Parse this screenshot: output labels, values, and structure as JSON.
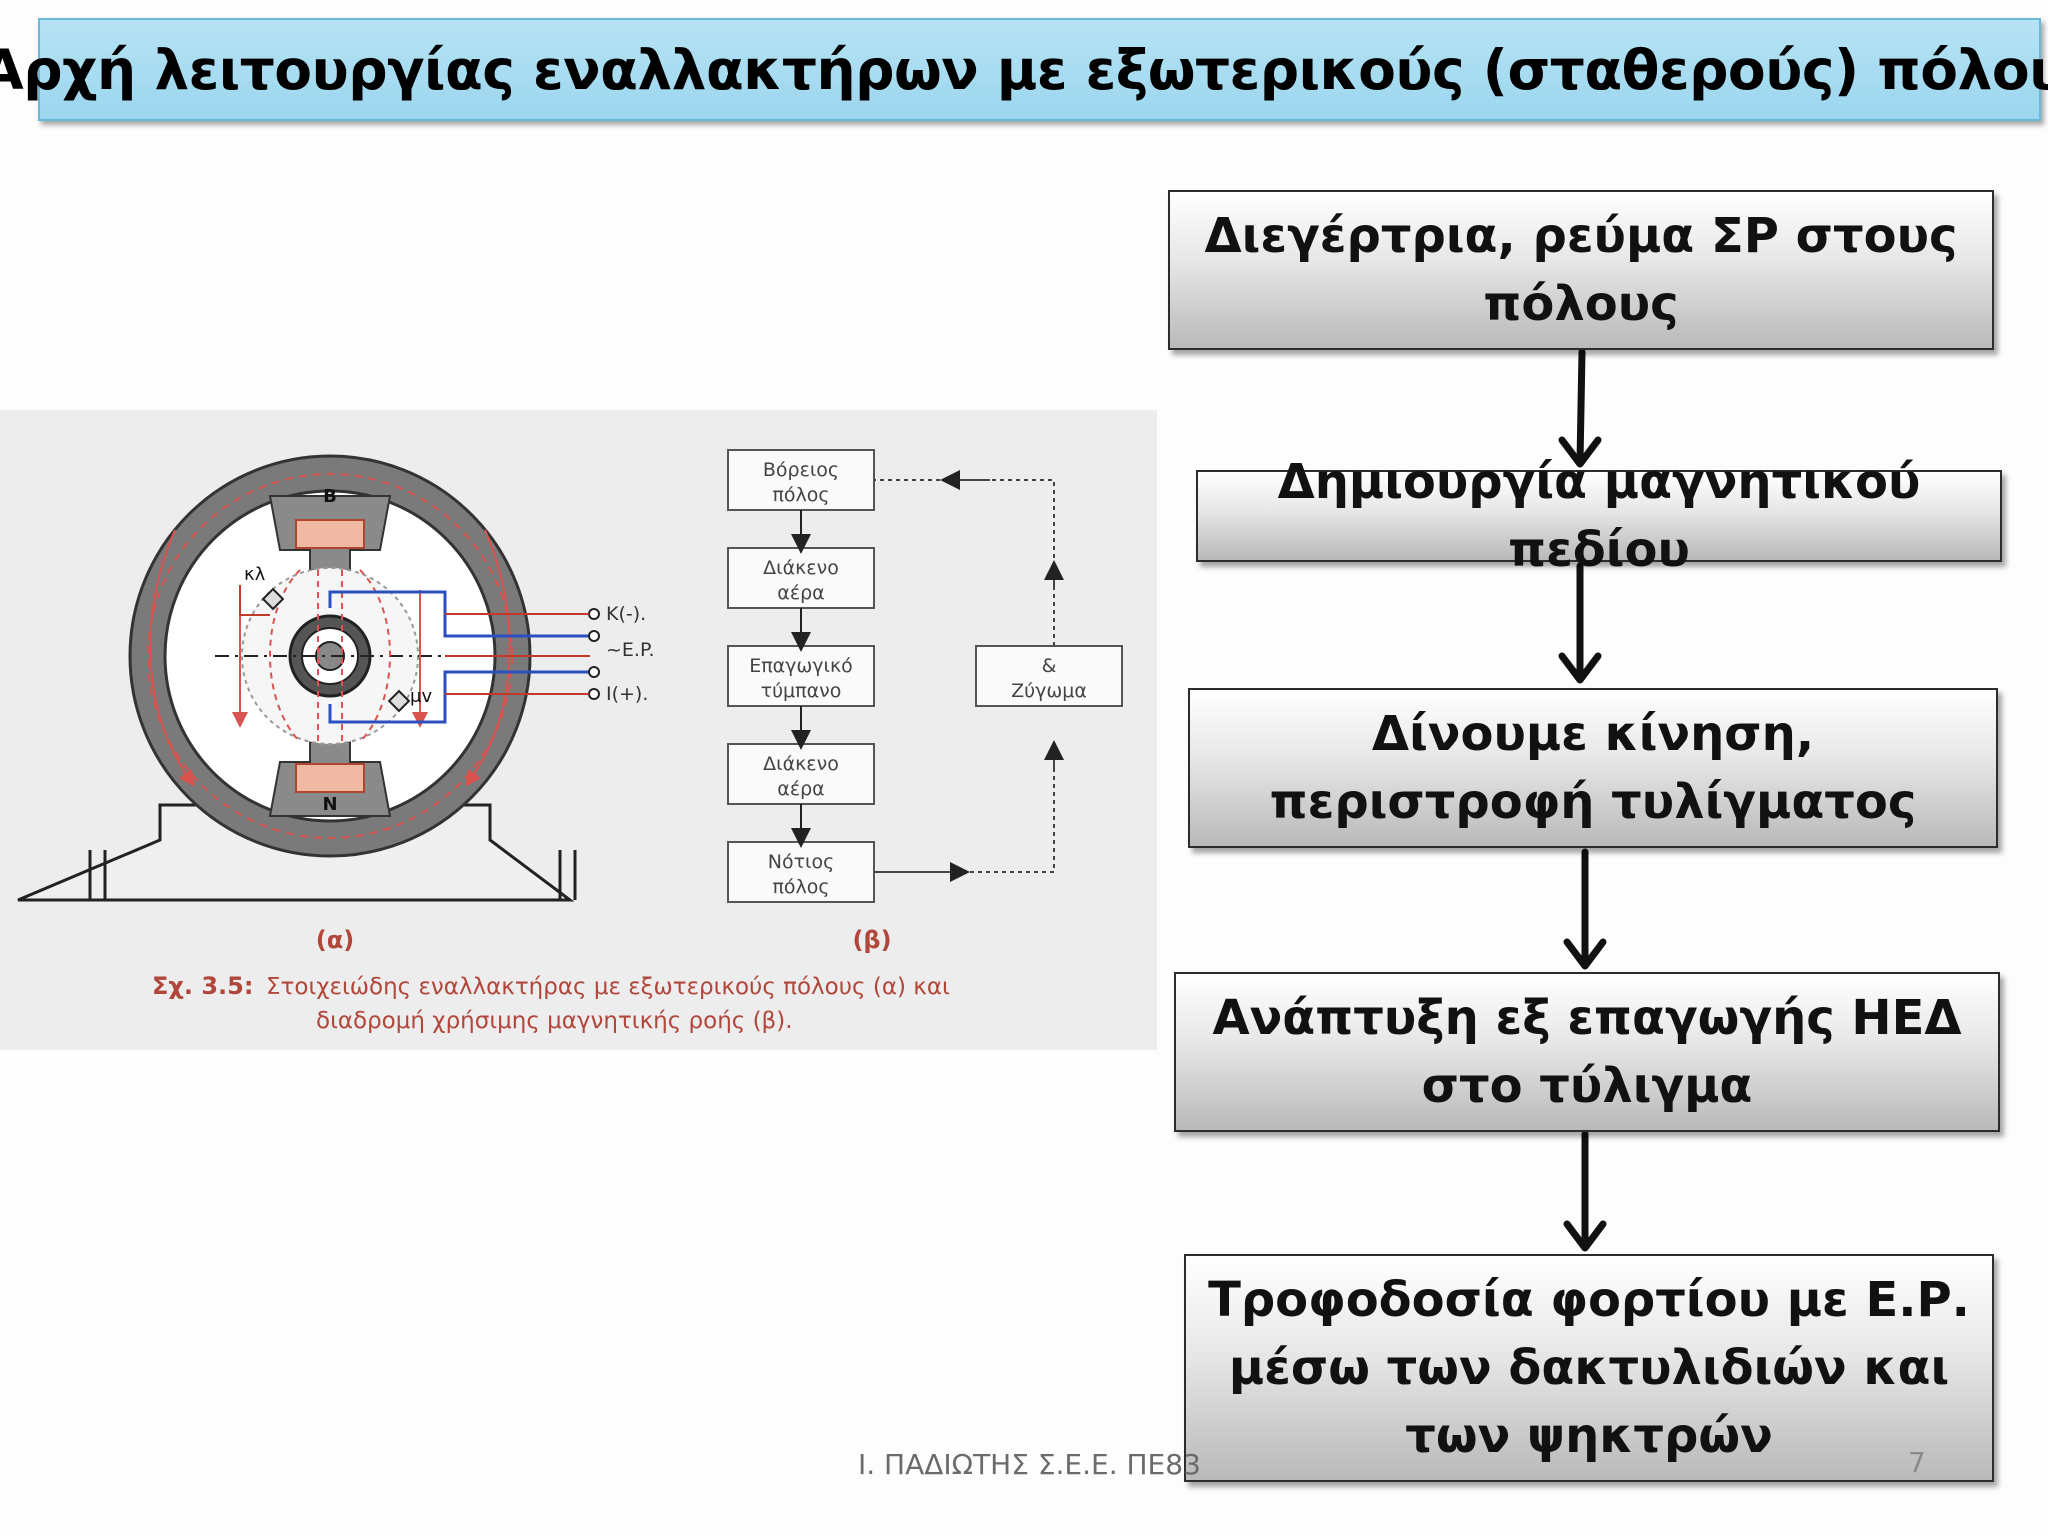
{
  "slide": {
    "title": "Αρχή λειτουργίας εναλλακτήρων με εξωτερικούς (σταθερούς) πόλους",
    "footer": "Ι. ΠΑΔΙΩΤΗΣ Σ.Ε.Ε. ΠΕ83",
    "page_number": "7"
  },
  "flowchart": {
    "steps": [
      "Διεγέρτρια, ρεύμα ΣΡ στους πόλους",
      "Δημιουργία μαγνητικού πεδίου",
      "Δίνουμε κίνηση, περιστροφή τυλίγματος",
      "Ανάπτυξη εξ επαγωγής ΗΕΔ στο τύλιγμα",
      "Τροφοδοσία φορτίου με Ε.Ρ. μέσω των δακτυλιδιών και των ψηκτρών"
    ]
  },
  "figure": {
    "machine_labels": {
      "north_pole": "B",
      "south_pole": "N",
      "brush_k": "κλ",
      "brush_m": "μv",
      "terminal_1": "K(-).",
      "terminal_2": "~E.P.",
      "terminal_3": "I(+)."
    },
    "flux_path": {
      "box_1": [
        "Βόρειος",
        "πόλος"
      ],
      "box_2": [
        "Διάκενο",
        "αέρα"
      ],
      "box_3": [
        "Επαγωγικό",
        "τύμπανο"
      ],
      "box_4": [
        "Διάκενο",
        "αέρα"
      ],
      "box_5": [
        "Νότιος",
        "πόλος"
      ],
      "side_box": [
        "&",
        "Ζύγωμα"
      ]
    },
    "label_a": "(α)",
    "label_b": "(β)",
    "caption_prefix": "Σχ. 3.5:",
    "caption_line1": "Στοιχειώδης εναλλακτήρας με εξωτερικούς πόλους (α) και",
    "caption_line2": "διαδρομή χρήσιμης μαγνητικής ροής (β).",
    "colors": {
      "frame": "#7a7a7a",
      "flux": "#d9534f",
      "winding_blue": "#2b4fbf",
      "caption": "#b1463a"
    }
  }
}
